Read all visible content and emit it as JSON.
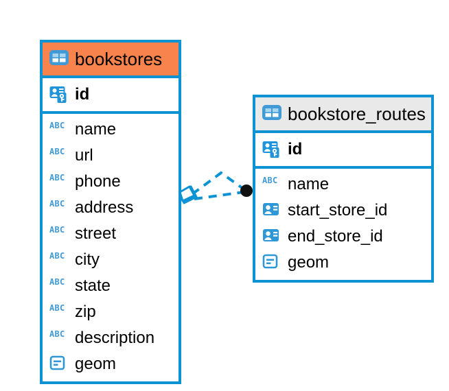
{
  "diagram": {
    "type": "entity-relationship-diagram",
    "background_color": "#ffffff",
    "accent_color": "#0d93d4",
    "highlight_color": "#f9834c",
    "header_gray": "#e9e9e9",
    "relationship_endpoint_color": "#111111"
  },
  "entities": [
    {
      "id": "bookstores",
      "name": "bookstores",
      "header_style": "orange",
      "table_icon": "table-icon",
      "primary_key": {
        "name": "id",
        "icon": "primary-key-icon"
      },
      "fields": [
        {
          "name": "name",
          "icon": "text-field-icon"
        },
        {
          "name": "url",
          "icon": "text-field-icon"
        },
        {
          "name": "phone",
          "icon": "text-field-icon"
        },
        {
          "name": "address",
          "icon": "text-field-icon"
        },
        {
          "name": "street",
          "icon": "text-field-icon"
        },
        {
          "name": "city",
          "icon": "text-field-icon"
        },
        {
          "name": "state",
          "icon": "text-field-icon"
        },
        {
          "name": "zip",
          "icon": "text-field-icon"
        },
        {
          "name": "description",
          "icon": "text-field-icon"
        },
        {
          "name": "geom",
          "icon": "geometry-field-icon"
        }
      ]
    },
    {
      "id": "bookstore_routes",
      "name": "bookstore_routes",
      "header_style": "gray",
      "table_icon": "table-icon",
      "primary_key": {
        "name": "id",
        "icon": "primary-key-icon"
      },
      "fields": [
        {
          "name": "name",
          "icon": "text-field-icon"
        },
        {
          "name": "start_store_id",
          "icon": "foreign-key-icon"
        },
        {
          "name": "end_store_id",
          "icon": "foreign-key-icon"
        },
        {
          "name": "geom",
          "icon": "geometry-field-icon"
        }
      ]
    }
  ],
  "relationships": [
    {
      "from": "bookstores",
      "to": "bookstore_routes.start_store_id",
      "style": "dashed",
      "source_marker": "diamond",
      "target_marker": "filled-circle"
    },
    {
      "from": "bookstores",
      "to": "bookstore_routes.end_store_id",
      "style": "dashed",
      "source_marker": "diamond",
      "target_marker": "filled-circle"
    }
  ]
}
